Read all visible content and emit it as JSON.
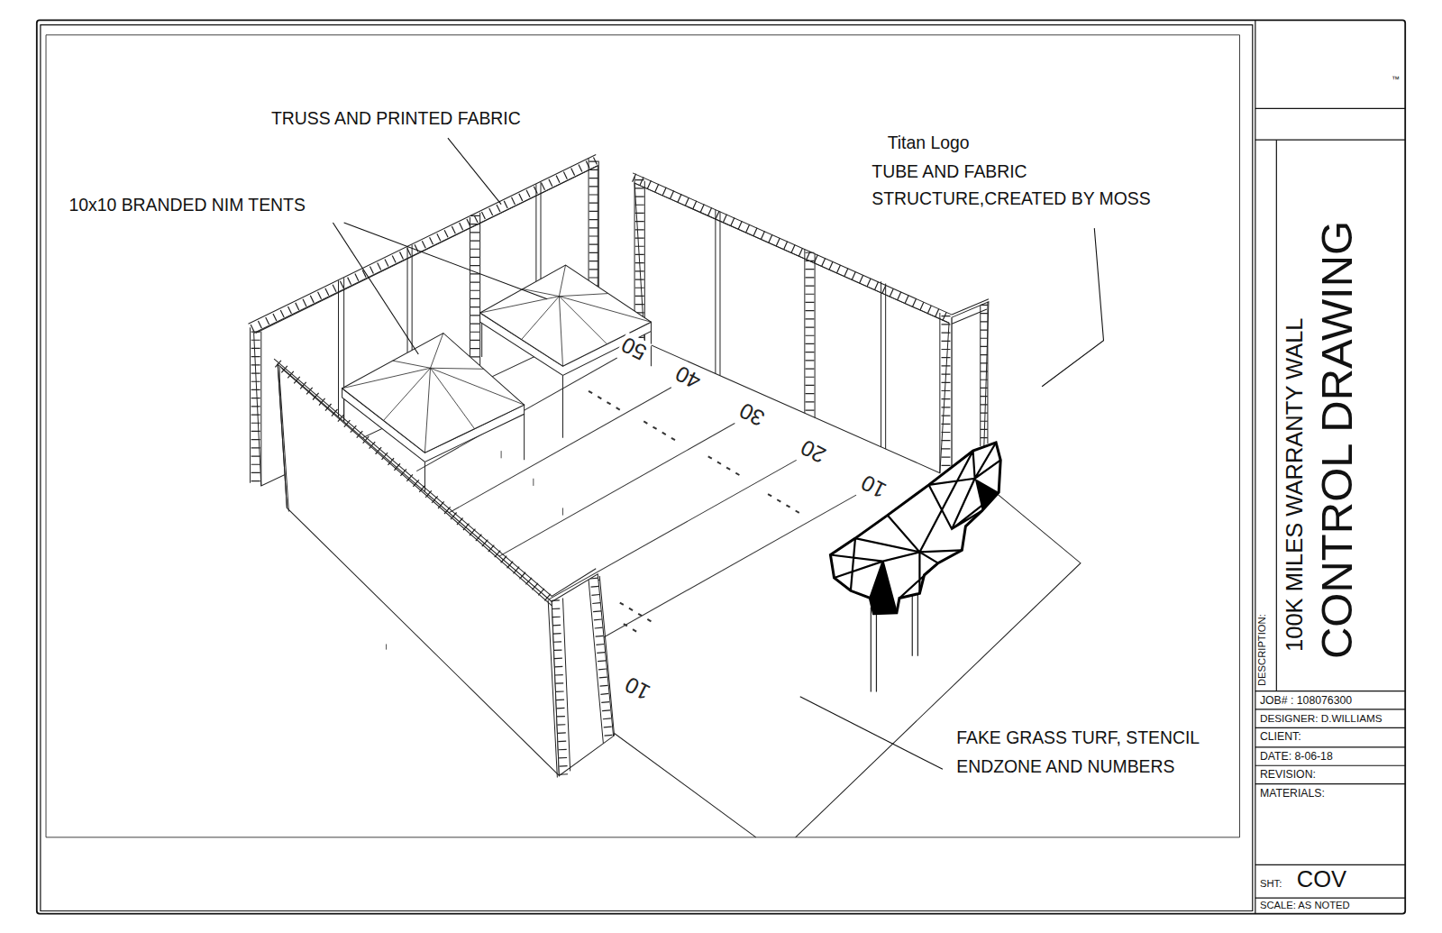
{
  "diagram": {
    "title": "CONTROL DRAWING",
    "labels": [
      "TRUSS AND PRINTED FABRIC",
      "10x10 BRANDED NIM TENTS",
      "Titan Logo",
      "TUBE AND FABRIC",
      "STRUCTURE,CREATED BY MOSS",
      "FAKE GRASS TURF, STENCIL",
      "ENDZONE AND NUMBERS",
      "50",
      "40",
      "30",
      "20",
      "10",
      "10",
      "™",
      "DESCRIPTION:",
      "100K MILES WARRANTY WALL",
      "JOB# : 108076300",
      "DESIGNER: D.WILLIAMS",
      "CLIENT:",
      "DATE: 8-06-18",
      "REVISION:",
      "MATERIALS:",
      "SHT:",
      "COV",
      "SCALE: AS NOTED"
    ]
  }
}
